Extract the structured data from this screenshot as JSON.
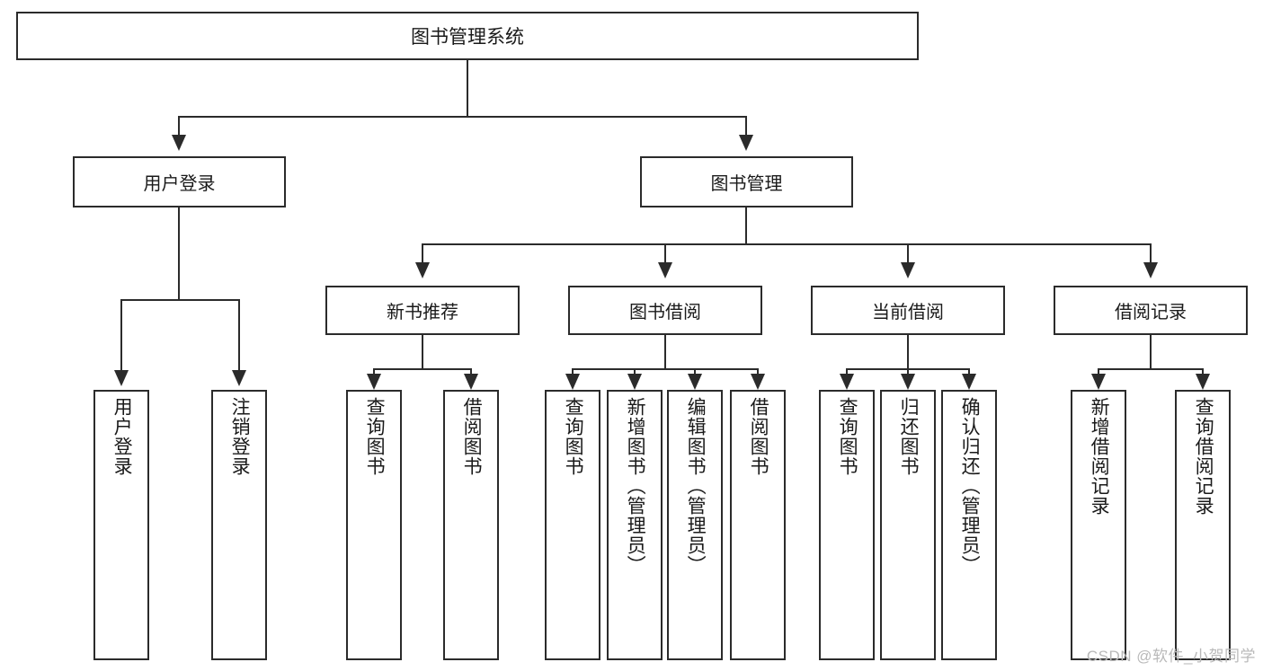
{
  "diagram": {
    "title": "图书管理系统",
    "watermark": "CSDN @软件_小贺同学",
    "root": {
      "label": "图书管理系统"
    },
    "level2": [
      {
        "id": "user-login",
        "label": "用户登录"
      },
      {
        "id": "book-management",
        "label": "图书管理"
      }
    ],
    "level3": [
      {
        "id": "new-book-recommend",
        "label": "新书推荐"
      },
      {
        "id": "book-borrow",
        "label": "图书借阅"
      },
      {
        "id": "current-borrow",
        "label": "当前借阅"
      },
      {
        "id": "borrow-record",
        "label": "借阅记录"
      }
    ],
    "leaves": {
      "user_login": [
        {
          "id": "leaf-user-login",
          "label": "用户登录"
        },
        {
          "id": "leaf-logout-login",
          "label": "注销登录"
        }
      ],
      "new_book_recommend": [
        {
          "id": "leaf-query-book-1",
          "label": "查询图书"
        },
        {
          "id": "leaf-borrow-book-1",
          "label": "借阅图书"
        }
      ],
      "book_borrow": [
        {
          "id": "leaf-query-book-2",
          "label": "查询图书"
        },
        {
          "id": "leaf-add-book",
          "label": "新增图书（管理员）"
        },
        {
          "id": "leaf-edit-book",
          "label": "编辑图书（管理员）"
        },
        {
          "id": "leaf-borrow-book-2",
          "label": "借阅图书"
        }
      ],
      "current_borrow": [
        {
          "id": "leaf-query-book-3",
          "label": "查询图书"
        },
        {
          "id": "leaf-return-book",
          "label": "归还图书"
        },
        {
          "id": "leaf-confirm-return",
          "label": "确认归还（管理员）"
        }
      ],
      "borrow_record": [
        {
          "id": "leaf-add-record",
          "label": "新增借阅记录"
        },
        {
          "id": "leaf-query-record",
          "label": "查询借阅记录"
        }
      ]
    },
    "colors": {
      "stroke": "#2b2b2b",
      "background": "#ffffff",
      "text": "#1a1a1a",
      "watermark": "#b9b9b9"
    }
  }
}
